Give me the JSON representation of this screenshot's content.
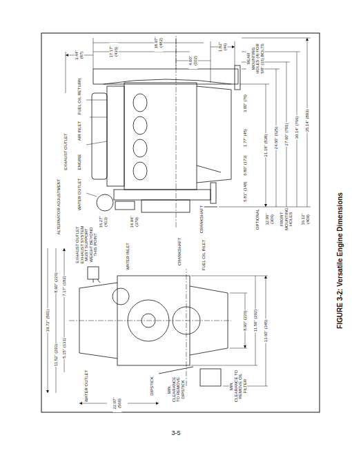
{
  "diagram": {
    "caption": "FIGURE 3-2: Versatile Engine Dimensions",
    "labels": [
      "3.44\" (87)",
      "18.97\" (482)",
      "17.17\" (436)",
      "4.00\" (102)",
      "1.82\" (46)",
      "REAR MOUNTING HOLES (4) FOR 5/8\" (16) BOLTS",
      "14.94\" (379)",
      "16.27\" (413)",
      "ALTERNATOR ADJUSTMENT",
      "WATER OUTLET",
      "ENGINE",
      "EXHAUST OUTLET",
      "AIR INLET",
      "FUEL OIL RETURN",
      "CRANKSHAFT",
      "5.81\" (148)",
      "6.80\" (173)",
      "1.77\" (45)",
      "3.00\" (76)",
      "21.18\" (538)",
      "24.60\" (625)",
      "27.60\" (701)",
      "30.14\" (766)",
      "35.14\" (893)",
      "OPTIONAL",
      "12.06\" (306)",
      "FRONT MOUNTING HOLES",
      "16.12\" (409)",
      "19.72\" (501)",
      "11.52\" (293)",
      "8.90\" (226)",
      "5.15\" (131)",
      "7.17\" (182)",
      "EXHAUST OUTLET EXHAUST SYSTEM MUST SUPPORT WEIGHT BEYOND THIS POINT",
      "WATER OUTLET",
      "WATER INLET",
      "CRANKSHAFT",
      "FUEL OIL INLET",
      "DIPSTICK",
      "22.07\" (560)",
      "MIN. CLEARANCE TO REMOVE DIPSTICK",
      "MIN. CLEARANCE TO REMOVE OIL FILTER",
      "8.90\" (226)",
      "11.50\" (292)",
      "13.60\" (345)",
      "3-5"
    ]
  }
}
